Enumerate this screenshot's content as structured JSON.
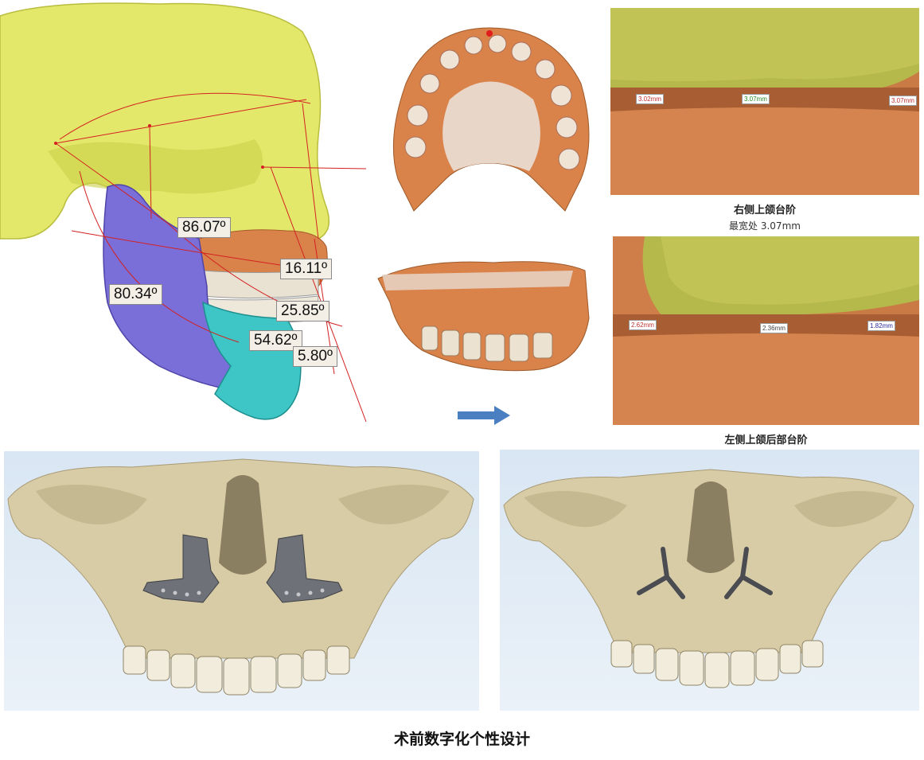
{
  "angles": {
    "a1": "86.07º",
    "a2": "80.34º",
    "a3": "16.11º",
    "a4": "25.85º",
    "a5": "54.62º",
    "a6": "5.80º"
  },
  "right_step": {
    "m1": "3.02mm",
    "m2": "3.07mm",
    "m3": "3.07mm",
    "title": "右侧上颌台阶",
    "subtitle": "最宽处 3.07mm"
  },
  "left_step": {
    "m1": "2.62mm",
    "m2": "2.36mm",
    "m3": "1.82mm",
    "title": "左侧上颌后部台阶"
  },
  "main_caption": "术前数字化个性设计",
  "colors": {
    "skull_yellow": "#e3e86a",
    "mandible_purple": "#7a6fd8",
    "chin_cyan": "#3ec6c6",
    "bone_orange": "#d9824a",
    "bone_beige": "#d8cca6",
    "plate_gray": "#6f7178",
    "arrow_blue": "#4a7fc1",
    "measure_red": "#d42020"
  }
}
